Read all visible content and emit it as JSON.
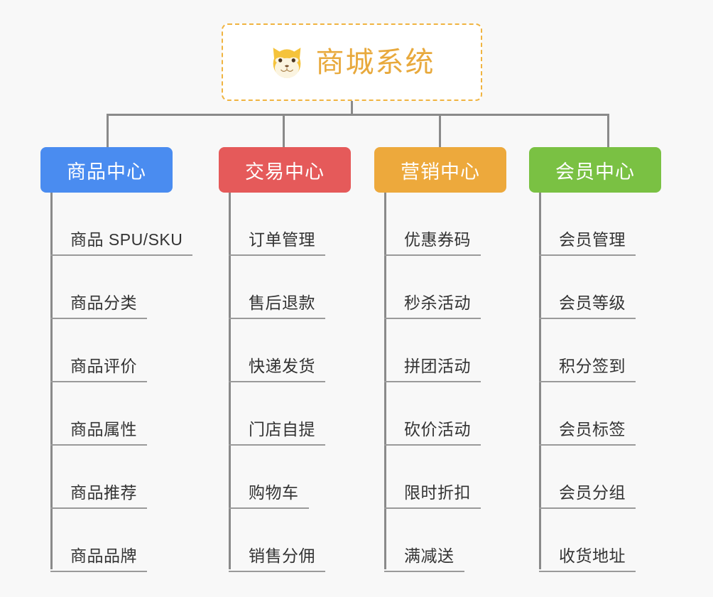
{
  "diagram": {
    "type": "mind-map",
    "background_color": "#F8F8F8",
    "root": {
      "title": "商城系统",
      "icon": "shiba-dog-face-icon",
      "text_color": "#E8A93C",
      "border_color": "#F0B441",
      "border_style": "dashed",
      "background_color": "#FFFFFF"
    },
    "connector_color": "#8A8A8A",
    "branches": [
      {
        "label": "商品中心",
        "color": "#4A8CF0",
        "leaves": [
          {
            "label": "商品 SPU/SKU"
          },
          {
            "label": "商品分类"
          },
          {
            "label": "商品评价"
          },
          {
            "label": "商品属性"
          },
          {
            "label": "商品推荐"
          },
          {
            "label": "商品品牌"
          }
        ]
      },
      {
        "label": "交易中心",
        "color": "#E55A5A",
        "leaves": [
          {
            "label": "订单管理"
          },
          {
            "label": "售后退款"
          },
          {
            "label": "快递发货"
          },
          {
            "label": "门店自提"
          },
          {
            "label": "购物车"
          },
          {
            "label": "销售分佣"
          }
        ]
      },
      {
        "label": "营销中心",
        "color": "#EDA93C",
        "leaves": [
          {
            "label": "优惠券码"
          },
          {
            "label": "秒杀活动"
          },
          {
            "label": "拼团活动"
          },
          {
            "label": "砍价活动"
          },
          {
            "label": "限时折扣"
          },
          {
            "label": "满减送"
          }
        ]
      },
      {
        "label": "会员中心",
        "color": "#7AC143",
        "leaves": [
          {
            "label": "会员管理"
          },
          {
            "label": "会员等级"
          },
          {
            "label": "积分签到"
          },
          {
            "label": "会员标签"
          },
          {
            "label": "会员分组"
          },
          {
            "label": "收货地址"
          }
        ]
      }
    ]
  }
}
